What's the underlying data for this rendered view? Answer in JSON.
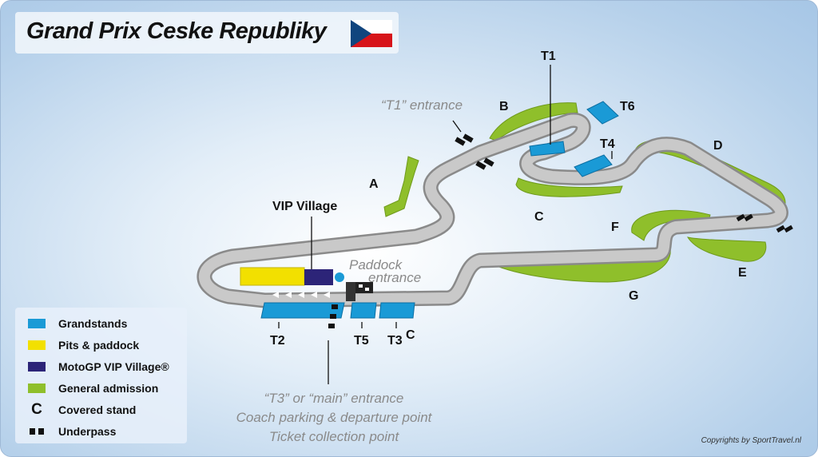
{
  "title": "Grand Prix Ceske Republiky",
  "flag": {
    "colors": [
      "#ffffff",
      "#d7141a",
      "#11457e"
    ]
  },
  "labels": {
    "T1": "T1",
    "T2": "T2",
    "T3": "T3",
    "T3_sup": "C",
    "T4": "T4",
    "T5": "T5",
    "T6": "T6",
    "A": "A",
    "B": "B",
    "C": "C",
    "D": "D",
    "E": "E",
    "F": "F",
    "G": "G",
    "vip": "VIP Village",
    "t1_entrance": "“T1” entrance",
    "paddock_1": "Paddock",
    "paddock_2": "entrance"
  },
  "main_entrance": [
    "“T3” or “main” entrance",
    "Coach parking & departure point",
    "Ticket collection point"
  ],
  "legend": [
    {
      "label": "Grandstands",
      "color": "#1a9ad6",
      "icon": "swatch"
    },
    {
      "label": "Pits & paddock",
      "color": "#f2e000",
      "icon": "swatch"
    },
    {
      "label": "MotoGP VIP Village®",
      "color": "#2c2478",
      "icon": "swatch"
    },
    {
      "label": "General admission",
      "color": "#8fbf2b",
      "icon": "swatch"
    },
    {
      "label": "Covered stand",
      "symbol": "C",
      "icon": "letter"
    },
    {
      "label": "Underpass",
      "icon": "underpass"
    }
  ],
  "copyright": "Copyrights by SportTravel.nl"
}
